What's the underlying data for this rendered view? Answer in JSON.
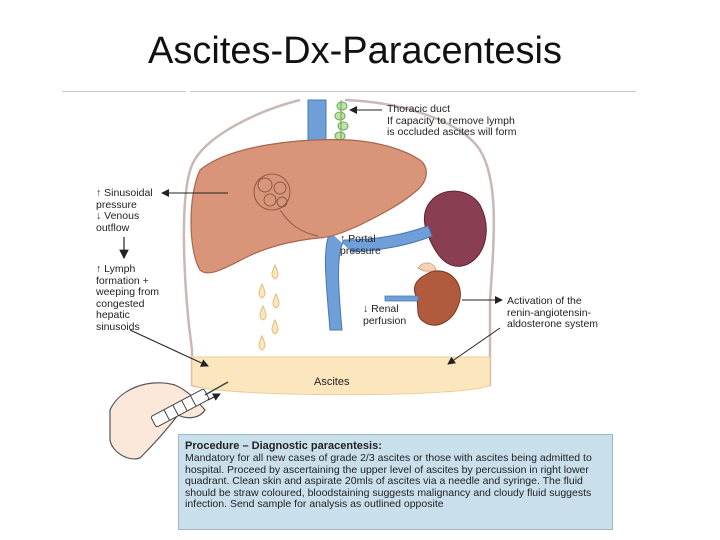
{
  "slide": {
    "title": "Ascites-Dx-Paracentesis"
  },
  "labels": {
    "thoracic_duct": "Thoracic duct\nIf capacity to remove lymph\nis occluded ascites will form",
    "sinusoidal": "↑ Sinusoidal\npressure\n↓ Venous\noutflow",
    "lymph": "↑ Lymph\nformation +\nweeping from\ncongested\nhepatic\nsinusoids",
    "portal": "↑ Portal\npressure",
    "renal": "↓ Renal\nperfusion",
    "raas": "Activation of the\nrenin-angiotensin-\naldosterone system",
    "ascites": "Ascites"
  },
  "procedure": {
    "title": "Procedure – Diagnostic paracentesis:",
    "text": "Mandatory for all new cases of grade 2/3 ascites or those with ascites being admitted to hospital. Proceed by ascertaining the upper level of ascites by percussion in right lower quadrant. Clean skin and aspirate 20mls of ascites via a needle and syringe. The fluid should be straw coloured, bloodstaining suggests malignancy and cloudy fluid suggests infection. Send sample for analysis as outlined opposite"
  },
  "colors": {
    "liver": "#d9957a",
    "vessel": "#6f9fd8",
    "spleen": "#8a3e52",
    "kidney": "#b05a3e",
    "ascites_fluid": "#fbe6bd",
    "lymph_duct": "#8dc86e",
    "procedure_bg": "#c9dfec"
  },
  "icons": [
    "liver-illustration",
    "spleen-illustration",
    "kidney-illustration",
    "syringe-hand-illustration",
    "fluid-drop-icon"
  ]
}
